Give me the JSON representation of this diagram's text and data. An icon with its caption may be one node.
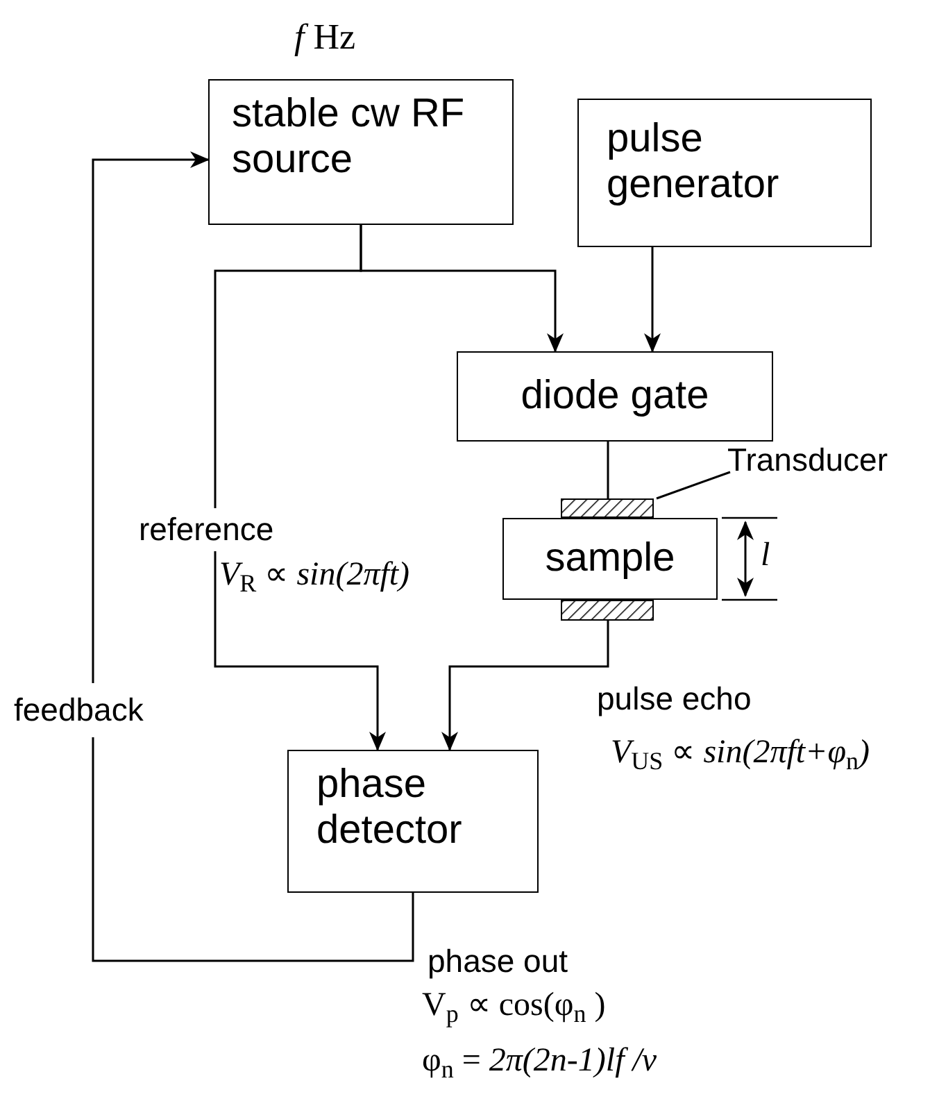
{
  "diagram": {
    "nodes": [
      {
        "text": [
          "stable cw RF source"
        ],
        "beside": [
          "*f* Hz"
        ]
      },
      {
        "text": [
          "pulse generator"
        ]
      },
      {
        "text": [
          "diode gate"
        ]
      },
      {
        "text": [
          "sample"
        ]
      },
      {
        "text": [],
        "shape": "box"
      },
      {
        "text": [],
        "shape": "box"
      },
      {
        "text": [
          "phase detector"
        ]
      },
      {
        "text": [
          "Transducer"
        ]
      }
    ],
    "edges": [
      {
        "from": 0,
        "to": 2,
        "arrow": "to"
      },
      {
        "from": 0,
        "to": 6,
        "arrow": "to"
      },
      {
        "from": 1,
        "to": 2,
        "arrow": "to"
      },
      {
        "from": 2,
        "to": 4,
        "arrow": "none"
      },
      {
        "from": 5,
        "to": 6,
        "arrow": "to"
      },
      {
        "from": 6,
        "to": 0,
        "arrow": "to",
        "label": "feedback"
      },
      {
        "from": 7,
        "to": 4,
        "arrow": "none"
      }
    ],
    "labels": [
      "reference",
      "*V*$_{R}$ ∝ *sin(2πft)*",
      "*l*",
      "pulse echo",
      "*V*$_{US}$ ∝ *sin(2πft+φ*$_{n}$*)*",
      "phase out",
      "V$_{p}$ ∝ cos(φ$_{n}$ )",
      "φ$_{n}$ = *2π(2n-1)lf /v*"
    ]
  }
}
